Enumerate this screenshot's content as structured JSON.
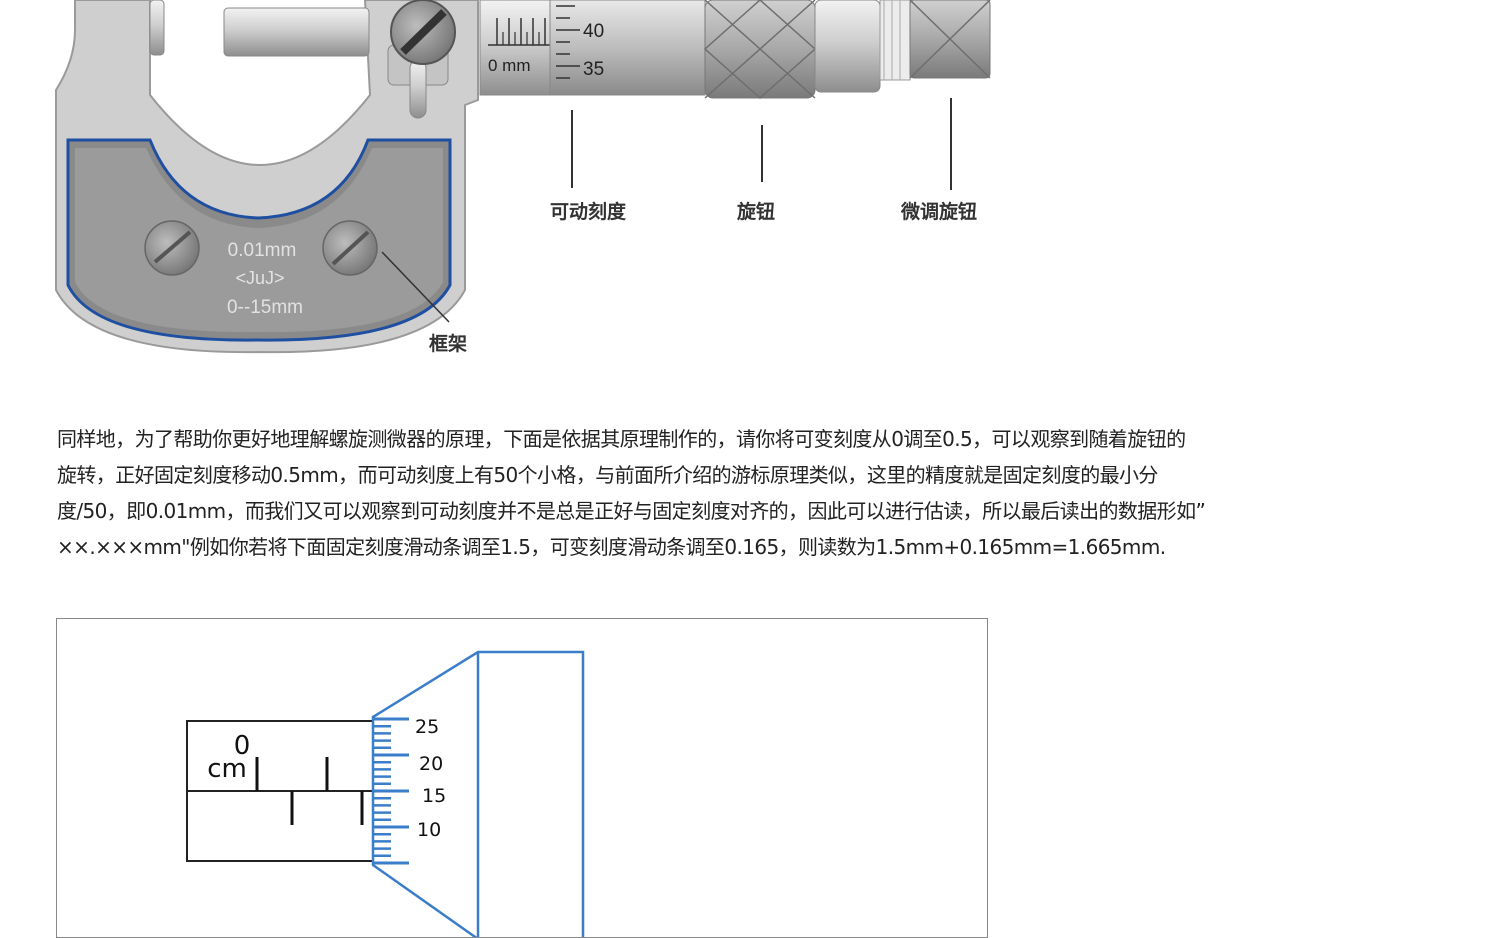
{
  "figure": {
    "thimble_ticks": [
      "40",
      "35"
    ],
    "sleeve_label": "0 mm",
    "labels": {
      "movable_scale": "可动刻度",
      "knob": "旋钮",
      "fine_knob": "微调旋钮",
      "frame": "框架"
    },
    "frame_text": {
      "precision": "0.01mm",
      "logo": "<JuJ>",
      "range": "0--15mm"
    }
  },
  "paragraph": {
    "line1": "同样地，为了帮助你更好地理解螺旋测微器的原理，下面是依据其原理制作的，请你将可变刻度从0调至0.5，可以观察到随着旋钮的",
    "line2": "旋转，正好固定刻度移动0.5mm，而可动刻度上有50个小格，与前面所介绍的游标原理类似，这里的精度就是固定刻度的最小分",
    "line3": "度/50，即0.01mm，而我们又可以观察到可动刻度并不是总是正好与固定刻度对齐的，因此可以进行估读，所以最后读出的数据形如”",
    "line4": "××.×××mm\"例如你若将下面固定刻度滑动条调至1.5，可变刻度滑动条调至0.165，则读数为1.5mm+0.165mm=1.665mm."
  },
  "simulator": {
    "zero_label": "0",
    "unit_label": "cm",
    "thimble_ticks": [
      "25",
      "20",
      "15",
      "10"
    ],
    "color_accent": "#3a7dc9"
  }
}
